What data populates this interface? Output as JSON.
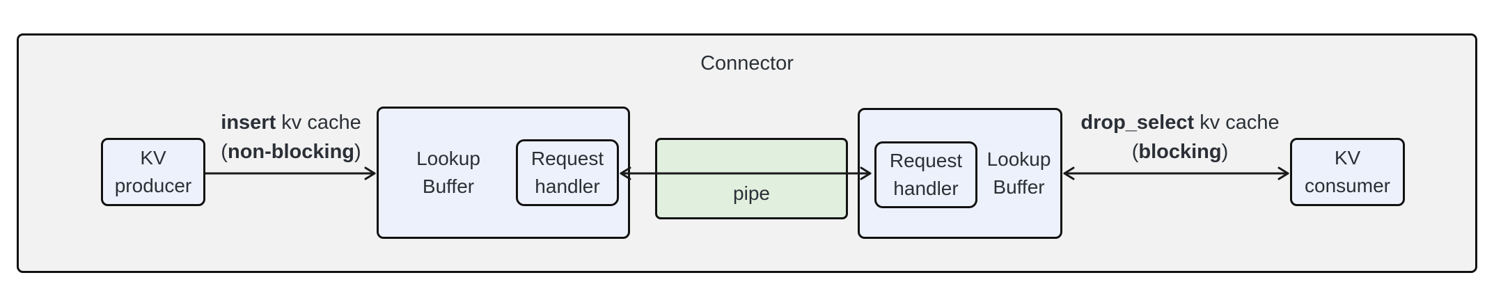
{
  "diagram": {
    "title": "Connector",
    "nodes": {
      "kv_producer": {
        "line1": "KV",
        "line2": "producer"
      },
      "lookup_buffer_left": {
        "line1": "Lookup",
        "line2": "Buffer"
      },
      "request_handler_left": {
        "line1": "Request",
        "line2": "handler"
      },
      "pipe": {
        "label": "pipe"
      },
      "request_handler_right": {
        "line1": "Request",
        "line2": "handler"
      },
      "lookup_buffer_right": {
        "line1": "Lookup",
        "line2": "Buffer"
      },
      "kv_consumer": {
        "line1": "KV",
        "line2": "consumer"
      }
    },
    "edges": {
      "insert": {
        "verb": "insert",
        "object": " kv cache",
        "open": "(",
        "mode": "non-blocking",
        "close": ")"
      },
      "drop_select": {
        "verb": "drop_select",
        "object": " kv cache",
        "open": "(",
        "mode": "blocking",
        "close": ")"
      }
    },
    "colors": {
      "canvas_bg": "#ffffff",
      "outer_fill": "#f2f2f2",
      "node_fill": "#edf1fb",
      "pipe_fill": "#e0efde",
      "border": "#111111",
      "text": "#2b2f36",
      "line": "#1a1a1a"
    }
  }
}
